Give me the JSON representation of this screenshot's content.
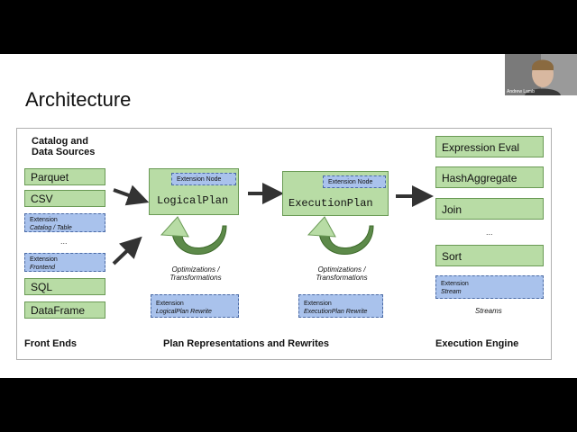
{
  "slide": {
    "title": "Architecture",
    "catalog_heading_line1": "Catalog and",
    "catalog_heading_line2": "Data Sources",
    "front_ends": {
      "parquet": "Parquet",
      "csv": "CSV",
      "ext_catalog": {
        "line1": "Extension",
        "line2": "Catalog / Table"
      },
      "dots": "...",
      "ext_frontend": {
        "line1": "Extension",
        "line2": "Frontend"
      },
      "sql": "SQL",
      "dataframe": "DataFrame",
      "label": "Front Ends"
    },
    "plan": {
      "logical": {
        "ext_node": "Extension Node",
        "name": "LogicalPlan"
      },
      "execution": {
        "ext_node": "Extension Node",
        "name": "ExecutionPlan"
      },
      "opt_left": {
        "line1": "Optimizations /",
        "line2": "Transformations"
      },
      "opt_right": {
        "line1": "Optimizations /",
        "line2": "Transformations"
      },
      "ext_logical_rewrite": {
        "line1": "Extension",
        "line2": "LogicalPlan Rewrite"
      },
      "ext_exec_rewrite": {
        "line1": "Extension",
        "line2": "ExecutionPlan Rewrite"
      },
      "label": "Plan Representations and Rewrites"
    },
    "engine": {
      "expression_eval": "Expression Eval",
      "hash_aggregate": "HashAggregate",
      "join": "Join",
      "dots": "...",
      "sort": "Sort",
      "ext_stream": {
        "line1": "Extension",
        "line2": "Stream"
      },
      "streams": "Streams",
      "label": "Execution Engine"
    }
  },
  "webcam": {
    "caption": "Andrew Lamb"
  }
}
